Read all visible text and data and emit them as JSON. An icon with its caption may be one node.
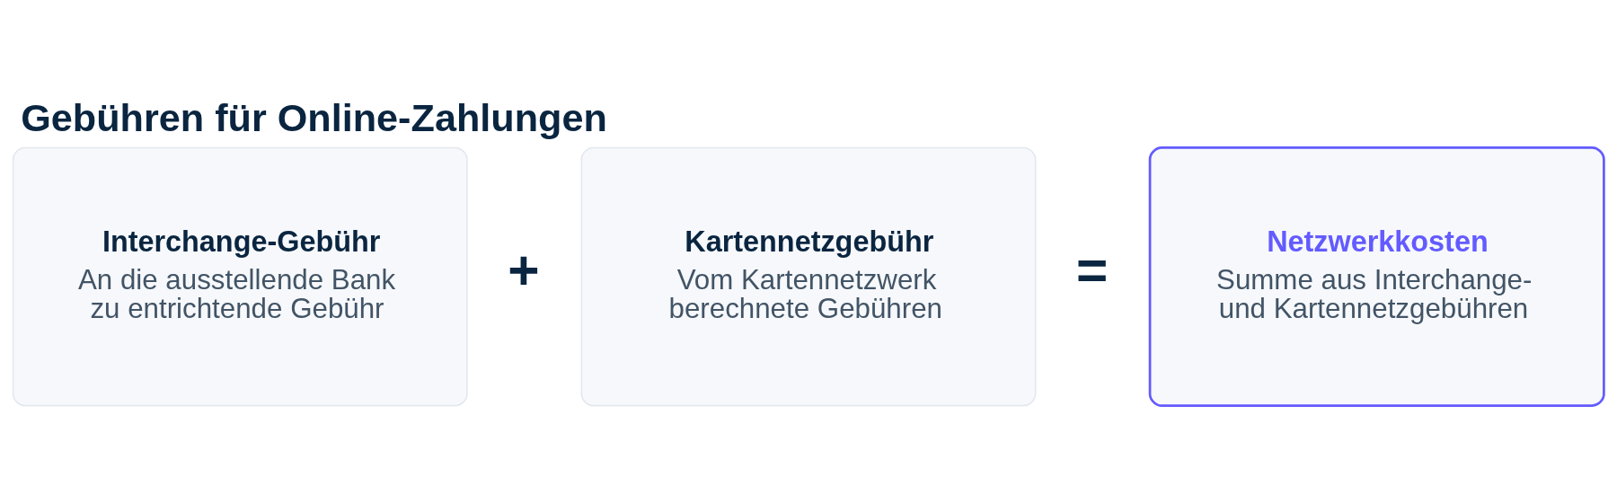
{
  "diagram": {
    "title": "Gebühren für Online-Zahlungen",
    "nodes": [
      {
        "text": [
          "Interchange-Gebühr",
          "An die ausstellende Bank zu entrichtende Gebühr"
        ]
      },
      {
        "text": [
          "Kartennetzgebühr",
          "Vom Kartennetzwerk berechnete Gebühren"
        ]
      },
      {
        "text": [
          "Netzwerkkosten",
          "Summe aus Interchange- und Kartennetzgebühren"
        ]
      }
    ],
    "labels": [
      "+",
      "="
    ]
  }
}
